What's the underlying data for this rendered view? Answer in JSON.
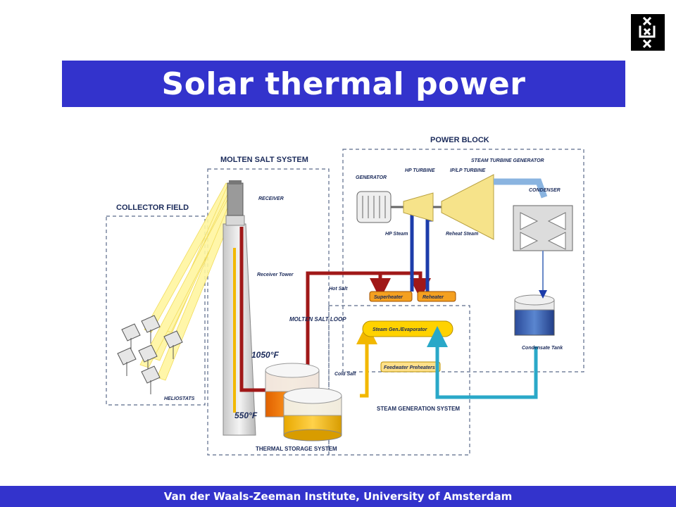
{
  "title": "Solar thermal power",
  "footer": "Van der Waals-Zeeman Institute, University of Amsterdam",
  "logo": {
    "icon": "uva-logo-icon"
  },
  "diagram": {
    "sections": {
      "collector_field": "COLLECTOR FIELD",
      "molten_salt_system": "MOLTEN SALT SYSTEM",
      "power_block": "POWER BLOCK",
      "steam_generation_system": "STEAM GENERATION SYSTEM",
      "thermal_storage_system": "THERMAL STORAGE SYSTEM"
    },
    "labels": {
      "receiver": "RECEIVER",
      "receiver_tower": "Receiver Tower",
      "heliostats": "HELIOSTATS",
      "molten_salt_loop": "MOLTEN SALT LOOP",
      "hot_salt": "Hot Salt",
      "cold_salt": "Cold Salt",
      "temp_hot": "1050°F",
      "temp_cold": "550°F",
      "generator": "GENERATOR",
      "hp_turbine": "HP TURBINE",
      "iplp_turbine": "IP/LP TURBINE",
      "steam_turbine_generator": "STEAM TURBINE GENERATOR",
      "condenser": "CONDENSER",
      "hp_steam": "HP Steam",
      "reheat_steam": "Reheat Steam",
      "superheater": "Superheater",
      "reheater": "Reheater",
      "steam_gen_evaporator": "Steam Gen./Evaporator",
      "feedwater_preheaters": "Feedwater Preheaters",
      "condensate_tank": "Condensate Tank"
    },
    "colors": {
      "hot_salt": "#a01818",
      "cold_salt": "#f2b800",
      "steam": "#1c3caa",
      "water": "#2aa8c8",
      "border": "#5a6a8a"
    }
  }
}
